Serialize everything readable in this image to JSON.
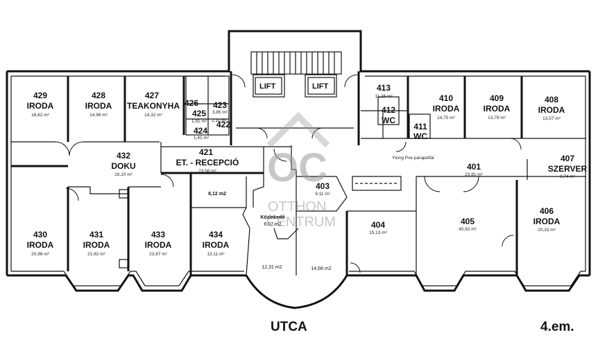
{
  "footer": {
    "street": "UTCA",
    "floor": "4.em."
  },
  "watermark": {
    "mark": "OC",
    "line1": "OTTHON",
    "line2": "CENTRUM"
  },
  "lifts": [
    "LIFT",
    "LIFT"
  ],
  "corridor_note": "Ytong Pve parapetfal",
  "rooms": [
    {
      "id": "429",
      "num": "429",
      "label": "IRODA",
      "area": "18,62 m²"
    },
    {
      "id": "428",
      "num": "428",
      "label": "IRODA",
      "area": "14,96 m²"
    },
    {
      "id": "427",
      "num": "427",
      "label": "TEAKONYHA",
      "area": "14,32 m²"
    },
    {
      "id": "426",
      "num": "426",
      "label": "",
      "area": ""
    },
    {
      "id": "423",
      "num": "423",
      "label": "",
      "area": "3,85 m²"
    },
    {
      "id": "425",
      "num": "425",
      "label": "",
      "area": "1,91 m²"
    },
    {
      "id": "422",
      "num": "422",
      "label": "",
      "area": "2,10 m²"
    },
    {
      "id": "424",
      "num": "424",
      "label": "",
      "area": "1,41 m²"
    },
    {
      "id": "432",
      "num": "432",
      "label": "DOKU",
      "area": "16,10 m²"
    },
    {
      "id": "421",
      "num": "421",
      "label": "ET. - RECEPCIÓ",
      "area": "23,56 m²"
    },
    {
      "id": "413",
      "num": "413",
      "label": "",
      "area": "11,26 m²"
    },
    {
      "id": "412",
      "num": "412",
      "label": "WC",
      "area": ""
    },
    {
      "id": "411",
      "num": "411",
      "label": "WC",
      "area": ""
    },
    {
      "id": "410",
      "num": "410",
      "label": "IRODA",
      "area": "14,75 m²"
    },
    {
      "id": "409",
      "num": "409",
      "label": "IRODA",
      "area": "13,79 m²"
    },
    {
      "id": "408",
      "num": "408",
      "label": "IRODA",
      "area": "13,57 m²"
    },
    {
      "id": "407",
      "num": "407",
      "label": "SZERVER",
      "area": "2,74 m²"
    },
    {
      "id": "401",
      "num": "401",
      "label": "",
      "area": "23,81 m²"
    },
    {
      "id": "403",
      "num": "403",
      "label": "",
      "area": "9,11 m²"
    },
    {
      "id": "404",
      "num": "404",
      "label": "",
      "area": "15,13 m²"
    },
    {
      "id": "405",
      "num": "405",
      "label": "",
      "area": "45,62 m²"
    },
    {
      "id": "406",
      "num": "406",
      "label": "IRODA",
      "area": "20,33 m²"
    },
    {
      "id": "430",
      "num": "430",
      "label": "IRODA",
      "area": "20,98 m²"
    },
    {
      "id": "431",
      "num": "431",
      "label": "IRODA",
      "area": "21,62 m²"
    },
    {
      "id": "433",
      "num": "433",
      "label": "IRODA",
      "area": "23,87 m²"
    },
    {
      "id": "434",
      "num": "434",
      "label": "IRODA",
      "area": "13,11 m²"
    },
    {
      "id": "kozlekedo",
      "num": "",
      "label": "Közlekedő",
      "area": "8,07 m2"
    },
    {
      "id": "r812",
      "num": "",
      "label": "",
      "area": "8,12 m2"
    },
    {
      "id": "r1231",
      "num": "",
      "label": "",
      "area": "12,31 m2"
    },
    {
      "id": "r1468",
      "num": "",
      "label": "",
      "area": "14,68 m2"
    }
  ]
}
